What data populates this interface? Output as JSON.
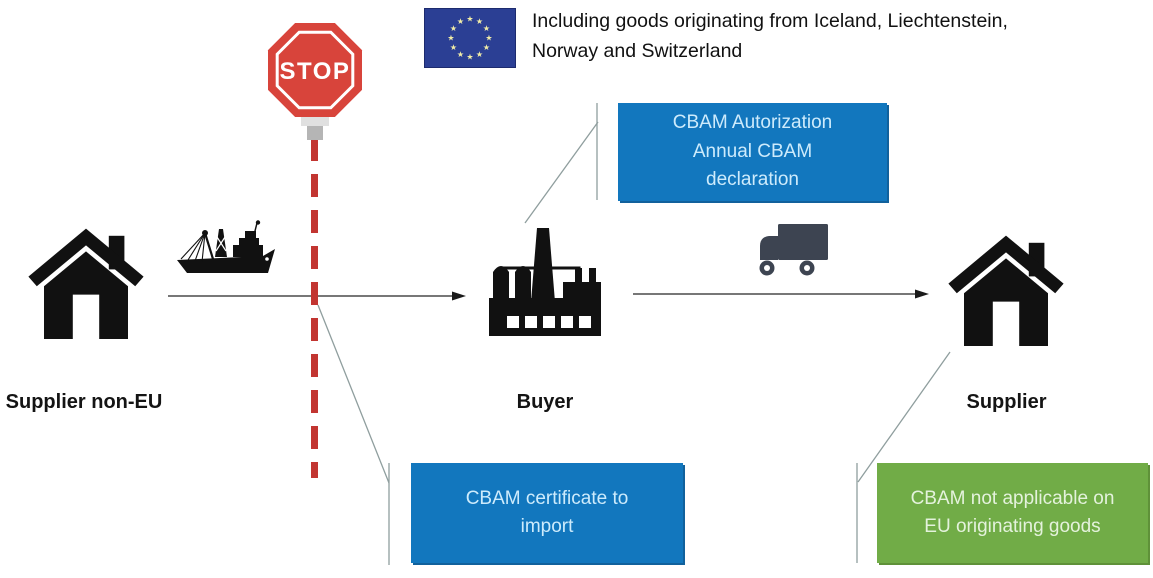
{
  "header": {
    "note": "Including goods originating from Iceland, Liechtenstein,\nNorway and Switzerland"
  },
  "stop_sign": {
    "label": "STOP"
  },
  "nodes": {
    "supplier_non_eu": {
      "label": "Supplier non-EU",
      "icon": "house-icon"
    },
    "buyer": {
      "label": "Buyer",
      "icon": "factory-icon"
    },
    "supplier_eu": {
      "label": "Supplier",
      "icon": "house-icon"
    }
  },
  "transport": {
    "import_leg": {
      "icon": "ship-icon"
    },
    "domestic_leg": {
      "icon": "truck-icon"
    }
  },
  "callouts": {
    "authorization": {
      "text": "CBAM Autorization\nAnnual CBAM\ndeclaration",
      "color": "#1277BE"
    },
    "certificate": {
      "text": "CBAM certificate to\nimport",
      "color": "#1277BE"
    },
    "not_applicable": {
      "text": "CBAM not applicable on\nEU originating goods",
      "color": "#71AC47"
    }
  },
  "icons": {
    "eu_flag": "eu-flag-icon",
    "stop": "stop-sign-icon",
    "house": "house-icon",
    "ship": "ship-icon",
    "factory": "factory-icon",
    "truck": "truck-icon"
  },
  "colors": {
    "callout_blue": "#1277BE",
    "callout_green": "#71AC47",
    "callout_text_blue": "#CDEBFC",
    "callout_text_green": "#E4F2DC",
    "stop_red": "#D8443B",
    "dash_red": "#C23531",
    "flag_blue": "#2B3F94",
    "star_yellow": "#F2EDA7",
    "icon_black": "#111111",
    "truck_gray": "#3D4451",
    "connector_gray": "#8F9E9E",
    "arrow_dark": "#4A4A4A"
  }
}
